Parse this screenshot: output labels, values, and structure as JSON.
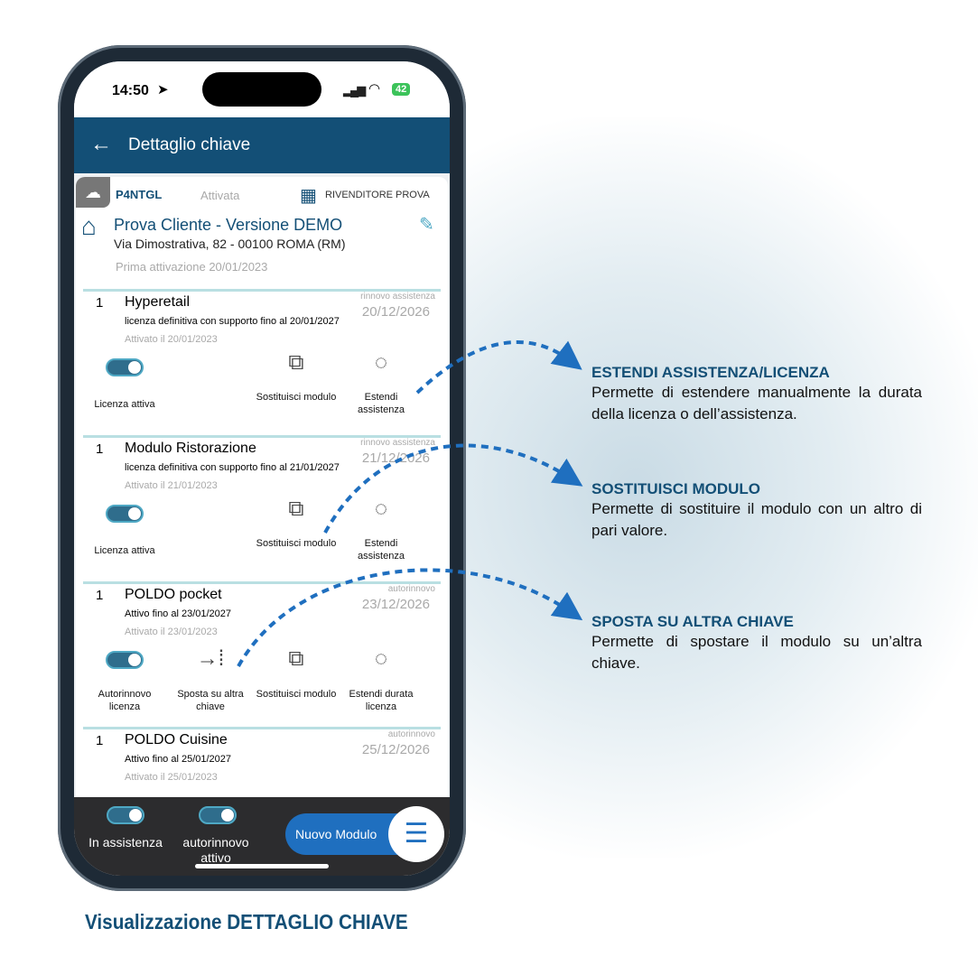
{
  "status_bar": {
    "time": "14:50",
    "battery": "42"
  },
  "header": {
    "title": "Dettaglio chiave"
  },
  "key": {
    "code": "P4NTGL",
    "state": "Attivata",
    "reseller": "RIVENDITORE PROVA"
  },
  "client": {
    "name": "Prova Cliente - Versione DEMO",
    "address": "Via Dimostrativa, 82 - 00100 ROMA (RM)",
    "first_activation": "Prima attivazione 20/01/2023"
  },
  "modules": [
    {
      "qty": "1",
      "name": "Hyperetail",
      "desc": "licenza definitiva con supporto fino al 20/01/2027",
      "activated": "Attivato il 20/01/2023",
      "renew_label": "rinnovo assistenza",
      "renew_date": "20/12/2026",
      "actions": [
        "Licenza attiva",
        "Sostituisci modulo",
        "Estendi assistenza"
      ]
    },
    {
      "qty": "1",
      "name": "Modulo Ristorazione",
      "desc": "licenza definitiva con supporto fino al 21/01/2027",
      "activated": "Attivato il 21/01/2023",
      "renew_label": "rinnovo assistenza",
      "renew_date": "21/12/2026",
      "actions": [
        "Licenza attiva",
        "Sostituisci modulo",
        "Estendi assistenza"
      ]
    },
    {
      "qty": "1",
      "name": "POLDO pocket",
      "desc": "Attivo fino al 23/01/2027",
      "activated": "Attivato il 23/01/2023",
      "renew_label": "autorinnovo",
      "renew_date": "23/12/2026",
      "actions": [
        "Autorinnovo licenza",
        "Sposta su altra chiave",
        "Sostituisci modulo",
        "Estendi durata licenza"
      ]
    },
    {
      "qty": "1",
      "name": "POLDO Cuisine",
      "desc": "Attivo fino al 25/01/2027",
      "activated": "Attivato il 25/01/2023",
      "renew_label": "autorinnovo",
      "renew_date": "25/12/2026"
    }
  ],
  "bottom": {
    "toggle1": "In assistenza",
    "toggle2": "autorinnovo attivo",
    "new_module": "Nuovo Modulo"
  },
  "annotations": [
    {
      "title": "ESTENDI ASSISTENZA/LICENZA",
      "text": "Permette di estendere manualmente la durata della licenza o dell’assistenza."
    },
    {
      "title": "SOSTITUISCI MODULO",
      "text": "Permette di sostituire il modulo con un altro di pari valore."
    },
    {
      "title": "SPOSTA SU ALTRA CHIAVE",
      "text": "Permette di spostare il modulo su un’altra chiave."
    }
  ],
  "caption": "Visualizzazione DETTAGLIO CHIAVE",
  "colors": {
    "primary": "#134f76",
    "accent": "#1f6fbf",
    "arrow": "#1f6fbf"
  }
}
